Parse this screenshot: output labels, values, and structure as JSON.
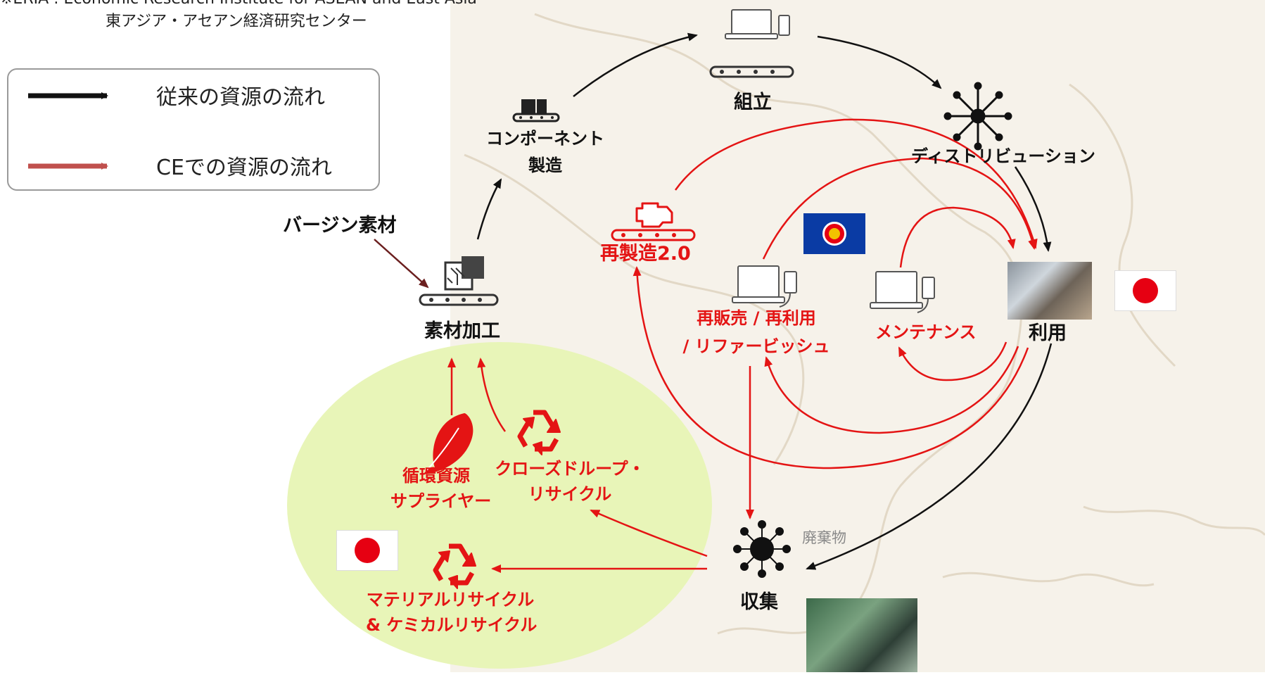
{
  "header": {
    "line1": "※ERIA : Economic Research Institute for ASEAN and East Asia",
    "line2": "東アジア・アセアン経済研究センター"
  },
  "legend": {
    "conventional": "従来の資源の流れ",
    "ce": "CEでの資源の流れ"
  },
  "colors": {
    "black_flow": "#111111",
    "ce_flow_legend": "#c0504d",
    "ce_flow": "#e41414",
    "ellipse": "#e8f5b8",
    "map_bg": "#f6f2ea"
  },
  "nodes": {
    "virgin": "バージン素材",
    "processing": "素材加工",
    "component_1": "コンポーネント",
    "component_2": "製造",
    "assembly": "組立",
    "distribution": "ディストリビューション",
    "remanufacturing": "再製造2.0",
    "resale_1": "再販売 / 再利用",
    "resale_2": "/ リファービッシュ",
    "maintenance": "メンテナンス",
    "use": "利用",
    "collection": "収集",
    "waste": "廃棄物",
    "supplier_1": "循環資源",
    "supplier_2": "サプライヤー",
    "closed_loop_1": "クローズドループ・",
    "closed_loop_2": "リサイクル",
    "material_1": "マテリアルリサイクル",
    "material_2": "& ケミカルリサイクル"
  },
  "icons": {
    "component": "conveyor-component-icon",
    "assembly": "conveyor-laptop-icon",
    "distribution": "distribution-hub-icon",
    "remanufacturing": "conveyor-engine-icon",
    "processing": "conveyor-chip-icon",
    "resale": "laptop-phone-icon",
    "maintenance": "laptop-phone-icon",
    "collection": "collection-hub-icon",
    "supplier": "leaf-icon",
    "recycle": "recycle-icon"
  }
}
